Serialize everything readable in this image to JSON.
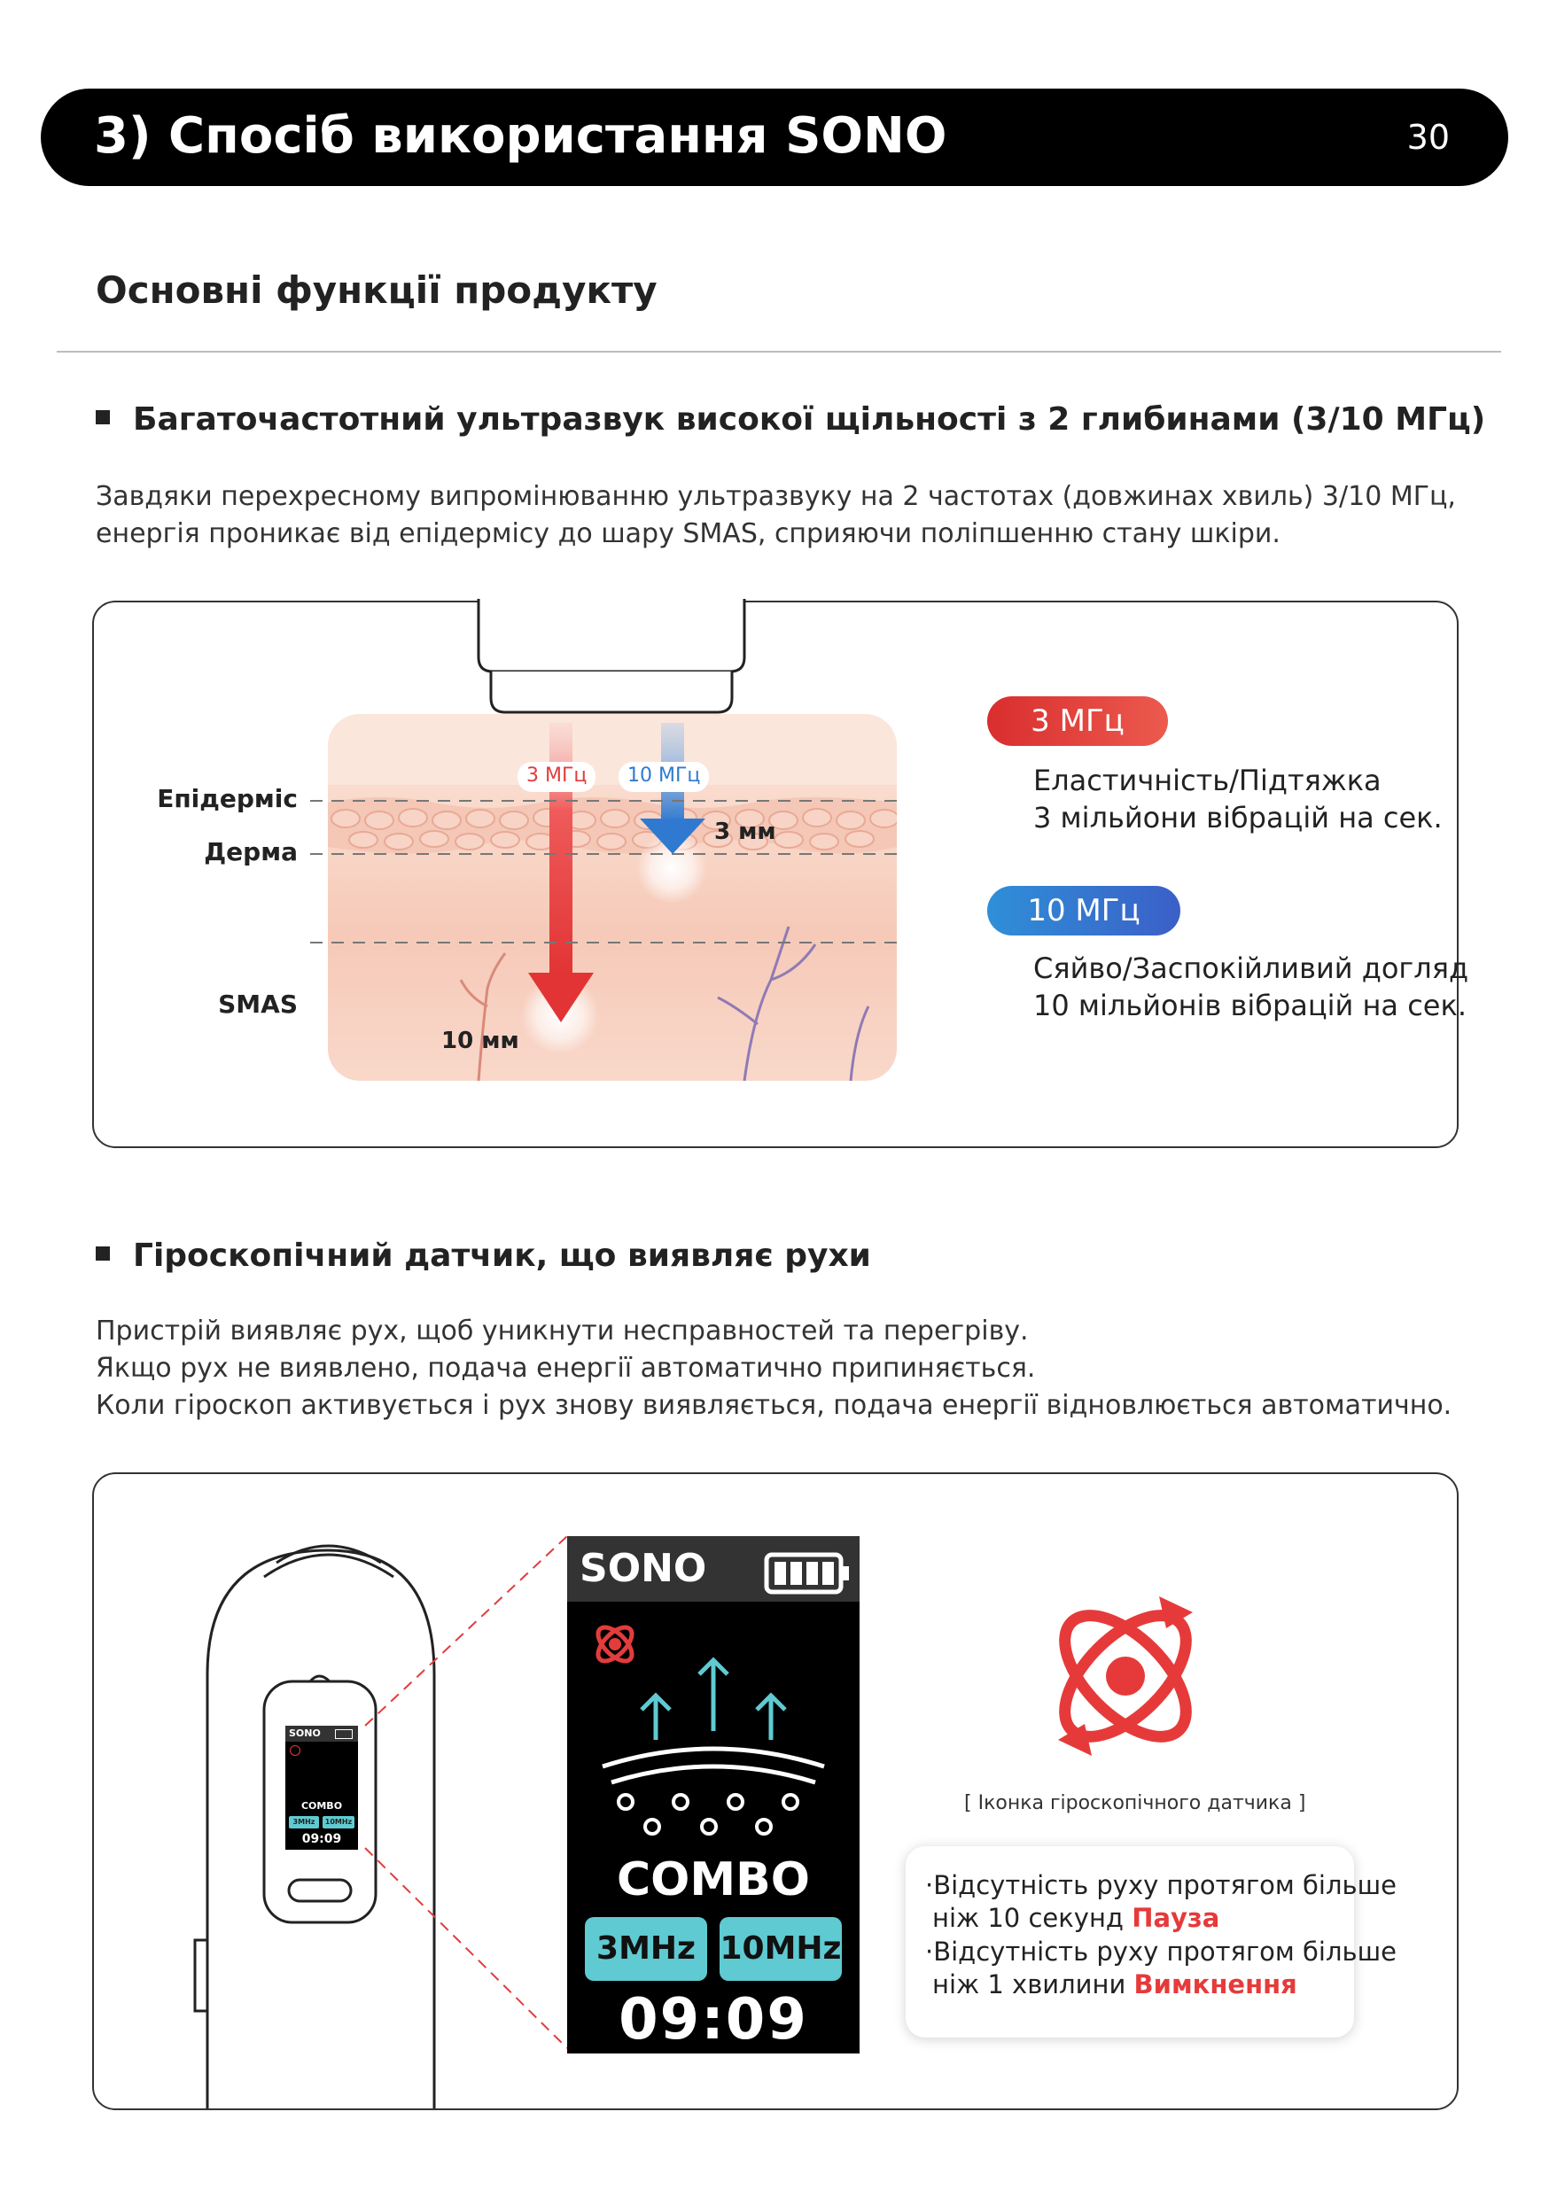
{
  "header": {
    "title": "3) Спосіб використання SONO",
    "page_number": "30"
  },
  "section_title": "Основні функції продукту",
  "feature1": {
    "title": "Багаточастотний ультразвук високої щільності з 2 глибинами (3/10 МГц)",
    "description": [
      "Завдяки перехресному випромінюванню ультразвуку на 2 частотах (довжинах хвиль) 3/10 МГц,",
      "енергія проникає від епідермісу до шару SMAS, сприяючи поліпшенню стану шкіри."
    ],
    "diagram": {
      "layer_labels": [
        "Епідерміс",
        "Дерма",
        "SMAS"
      ],
      "arrow_3mhz_tag": "3 МГц",
      "arrow_10mhz_tag": "10 МГц",
      "depth_3mm": "3 мм",
      "depth_10mm": "10 мм"
    },
    "freq_info": [
      {
        "label": "3 МГц",
        "color": "#e23c3c",
        "lines": [
          "Еластичність/Підтяжка",
          "3 мільйони вібрацій на сек."
        ]
      },
      {
        "label": "10 МГц",
        "color": "#2f7ad0",
        "lines": [
          "Сяйво/Заспокійливий догляд",
          "10 мільйонів вібрацій на сек."
        ]
      }
    ]
  },
  "feature2": {
    "title": "Гіроскопічний датчик, що виявляє рухи",
    "description": [
      "Пристрій виявляє рух, щоб уникнути несправностей та перегріву.",
      "Якщо рух не виявлено, подача енергії автоматично припиняється.",
      "Коли гіроскоп активується і рух знову виявляється, подача енергії відновлюється автоматично."
    ],
    "device_screen": {
      "brand": "SONO",
      "mode": "COMBO",
      "freq_buttons": [
        "3MHz",
        "10MHz"
      ],
      "timer": "09:09"
    },
    "gyro_icon_caption": "[ Іконка гіроскопічного датчика ]",
    "notes": [
      {
        "prefix": "·Відсутність руху протягом більше",
        "second": "ніж  10 секунд ",
        "highlight": "Пауза"
      },
      {
        "prefix": "·Відсутність руху протягом більше",
        "second": "ніж 1 хвилини ",
        "highlight": "Вимкнення"
      }
    ]
  },
  "colors": {
    "accent_red": "#e63a3a",
    "accent_blue": "#2f7ad0",
    "screen_button": "#5fcad1"
  }
}
